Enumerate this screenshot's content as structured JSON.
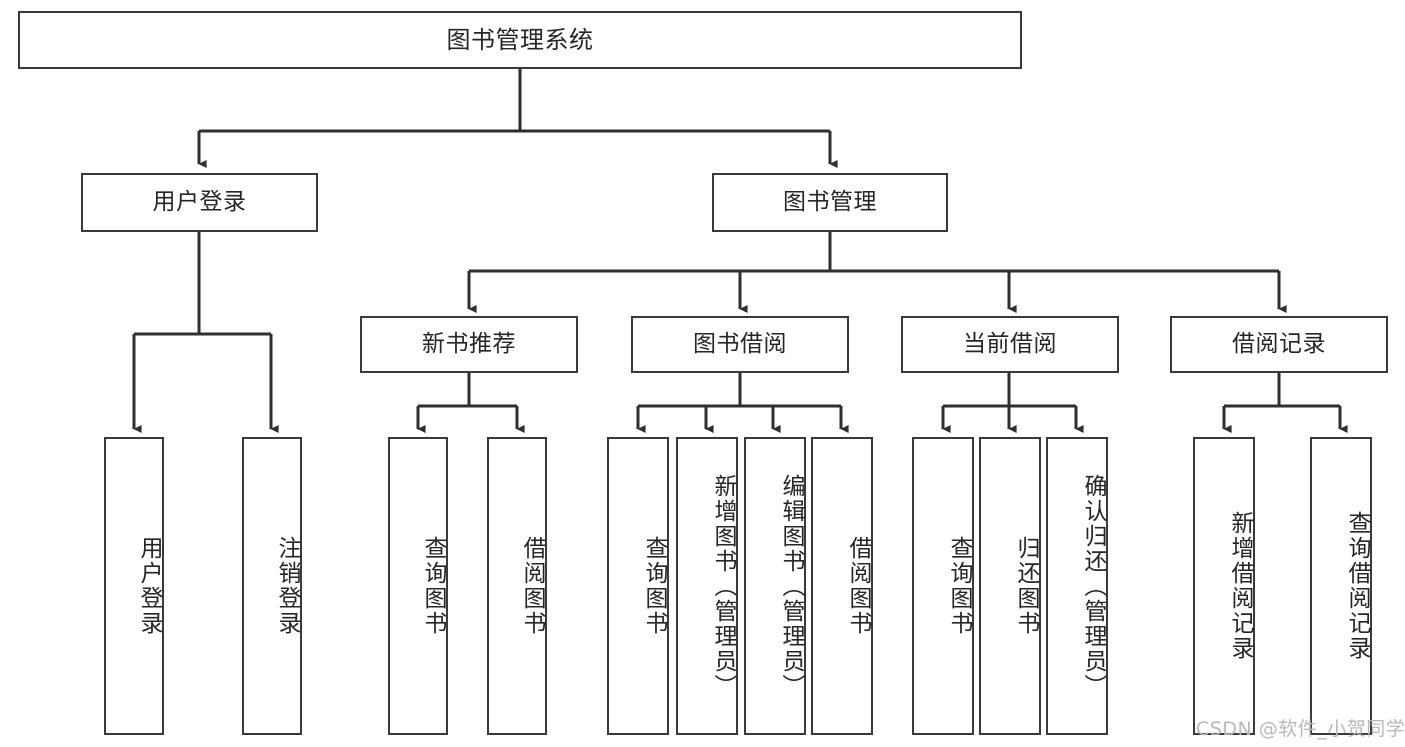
{
  "diagram": {
    "type": "tree",
    "title": "图书管理系统",
    "orientation": "top-down",
    "colors": {
      "box_stroke": "#3a3a3a",
      "box_fill": "#ffffff",
      "edge": "#2f2f2f",
      "text": "#262626",
      "watermark": "#b9b9b9",
      "background": "#ffffff"
    }
  },
  "root": {
    "label": "图书管理系统"
  },
  "level2": [
    {
      "label": "用户登录"
    },
    {
      "label": "图书管理"
    }
  ],
  "level3": [
    {
      "label": "新书推荐"
    },
    {
      "label": "图书借阅"
    },
    {
      "label": "当前借阅"
    },
    {
      "label": "借阅记录"
    }
  ],
  "leaves": {
    "user_login": [
      {
        "label": "用户登录"
      },
      {
        "label": "注销登录"
      }
    ],
    "new_book": [
      {
        "label": "查询图书"
      },
      {
        "label": "借阅图书"
      }
    ],
    "book_borrow": [
      {
        "label": "查询图书"
      },
      {
        "label": "新增图书（管理员）"
      },
      {
        "label": "编辑图书（管理员）"
      },
      {
        "label": "借阅图书"
      }
    ],
    "current_borrow": [
      {
        "label": "查询图书"
      },
      {
        "label": "归还图书"
      },
      {
        "label": "确认归还（管理员）"
      }
    ],
    "borrow_record": [
      {
        "label": "新增借阅记录"
      },
      {
        "label": "查询借阅记录"
      }
    ]
  },
  "watermark": {
    "text": "CSDN @软件_小贺同学"
  }
}
